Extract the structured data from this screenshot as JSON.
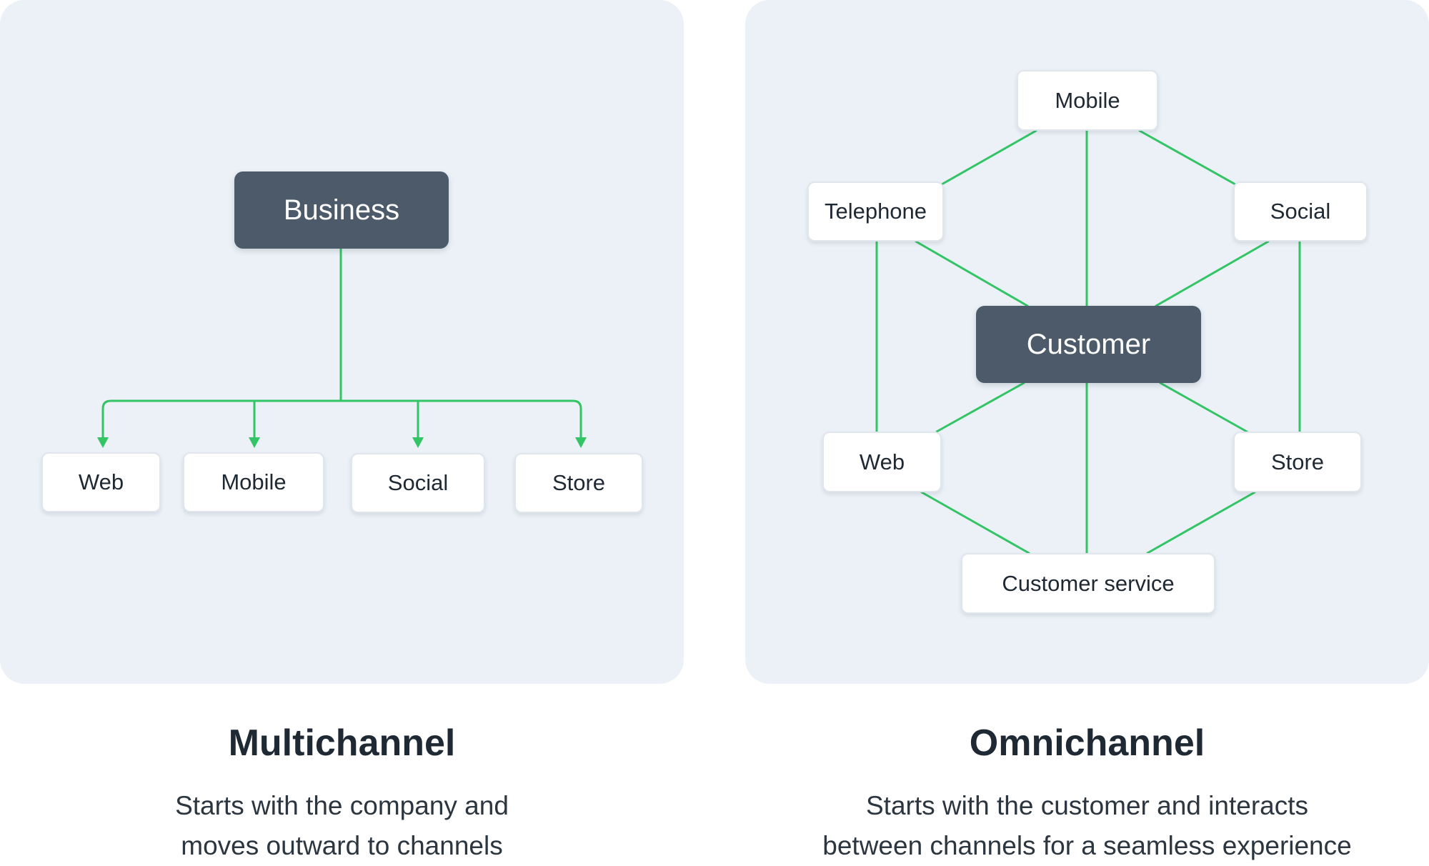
{
  "colors": {
    "panel_bg": "#ebf1f7",
    "connector": "#33c466",
    "hub_bg": "#4c5a6a",
    "node_bg": "#ffffff",
    "text_dark": "#1f2933"
  },
  "multichannel": {
    "hub": "Business",
    "channels": [
      "Web",
      "Mobile",
      "Social",
      "Store"
    ],
    "title": "Multichannel",
    "description": [
      "Starts with the company and",
      "moves outward to channels"
    ]
  },
  "omnichannel": {
    "hub": "Customer",
    "channels": {
      "mobile": "Mobile",
      "telephone": "Telephone",
      "social": "Social",
      "web": "Web",
      "store": "Store",
      "customer_service": "Customer service"
    },
    "title": "Omnichannel",
    "description": [
      "Starts with the customer and interacts",
      "between channels for a seamless experience"
    ]
  }
}
